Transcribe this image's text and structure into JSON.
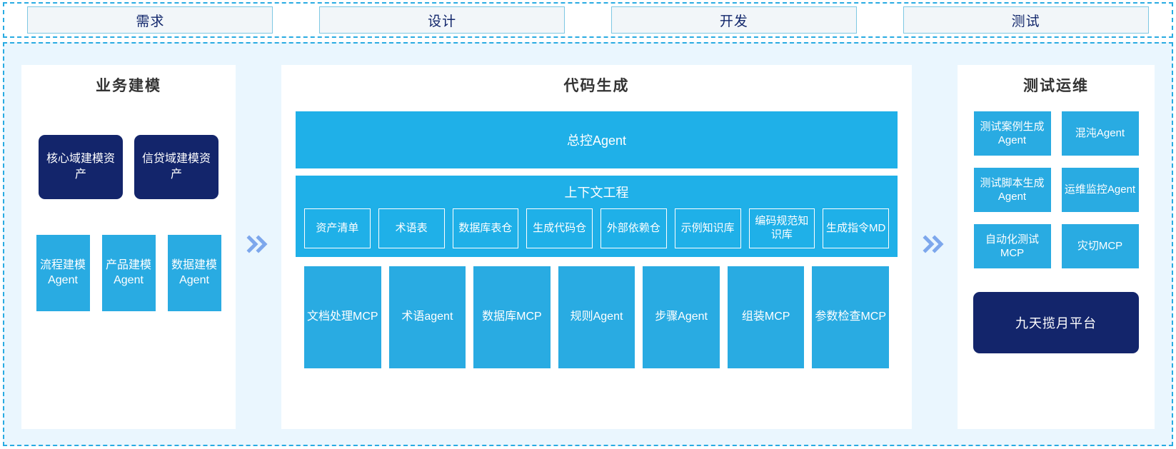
{
  "stages": {
    "items": [
      {
        "label": "需求"
      },
      {
        "label": "设计"
      },
      {
        "label": "开发"
      },
      {
        "label": "测试"
      }
    ]
  },
  "left_panel": {
    "title": "业务建模",
    "assets": [
      {
        "label": "核心域建模资产"
      },
      {
        "label": "信贷域建模资产"
      }
    ],
    "agents": [
      {
        "label": "流程建模Agent"
      },
      {
        "label": "产品建模Agent"
      },
      {
        "label": "数据建模Agent"
      }
    ]
  },
  "center_panel": {
    "title": "代码生成",
    "master_agent": "总控Agent",
    "context": {
      "title": "上下文工程",
      "items": [
        {
          "label": "资产清单"
        },
        {
          "label": "术语表"
        },
        {
          "label": "数据库表仓"
        },
        {
          "label": "生成代码仓"
        },
        {
          "label": "外部依赖仓"
        },
        {
          "label": "示例知识库"
        },
        {
          "label": "编码规范知识库"
        },
        {
          "label": "生成指令MD"
        }
      ]
    },
    "tools": [
      {
        "label": "文档处理MCP"
      },
      {
        "label": "术语agent"
      },
      {
        "label": "数据库MCP"
      },
      {
        "label": "规则Agent"
      },
      {
        "label": "步骤Agent"
      },
      {
        "label": "组装MCP"
      },
      {
        "label": "参数检查MCP"
      }
    ]
  },
  "right_panel": {
    "title": "测试运维",
    "items": [
      {
        "label": "测试案例生成Agent"
      },
      {
        "label": "混沌Agent"
      },
      {
        "label": "测试脚本生成Agent"
      },
      {
        "label": "运维监控Agent"
      },
      {
        "label": "自动化测试MCP"
      },
      {
        "label": "灾切MCP"
      }
    ],
    "platform": "九天揽月平台"
  },
  "arrows": {
    "left_to_center": "double-chevron-right-icon",
    "center_to_right": "double-chevron-right-icon"
  },
  "colors": {
    "cyan": "#29abe2",
    "cyan_bright": "#1fb0e8",
    "navy": "#13256b",
    "panel_bg": "#eaf6fe",
    "stage_fill": "#f2f6f9",
    "arrow": "#7da7ec"
  }
}
